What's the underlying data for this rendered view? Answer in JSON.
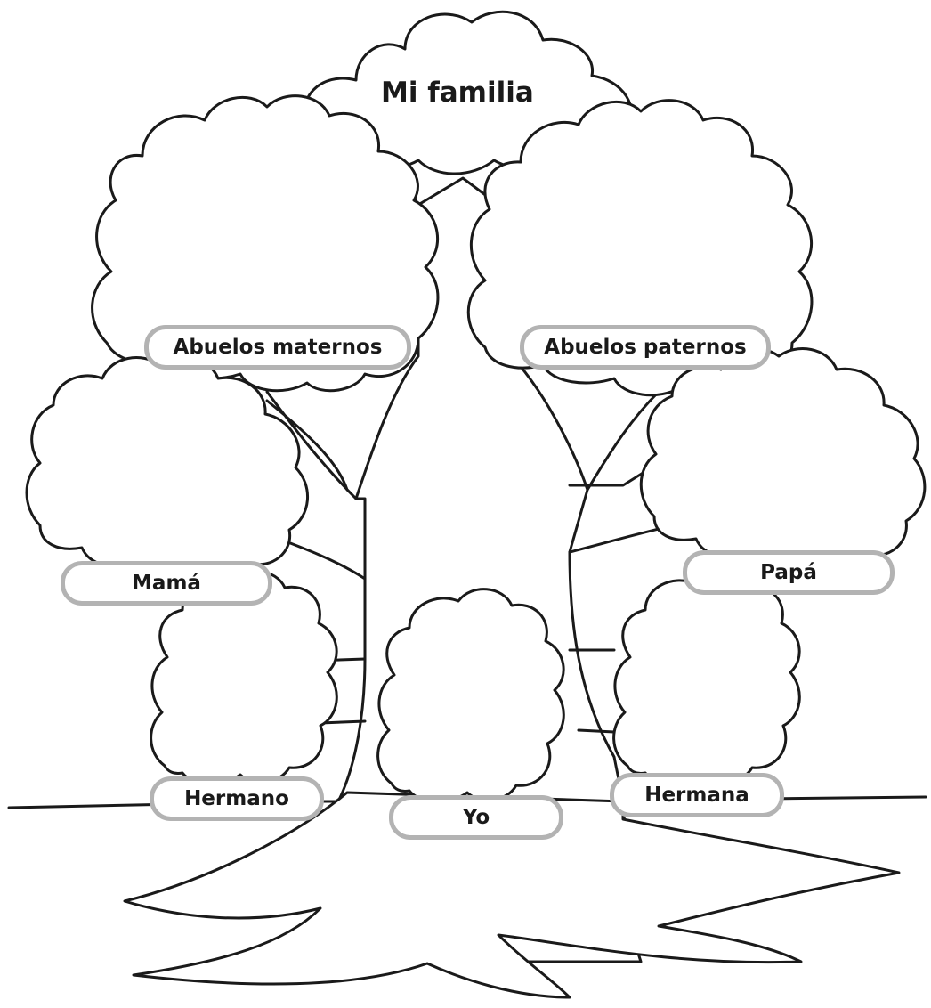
{
  "title": "Mi familia",
  "labels": {
    "abuelos_maternos": "Abuelos maternos",
    "abuelos_paternos": "Abuelos paternos",
    "mama": "Mamá",
    "papa": "Papá",
    "hermano": "Hermano",
    "yo": "Yo",
    "hermana": "Hermana"
  },
  "colors": {
    "ink": "#1a1a1a",
    "label_border": "#b3b3b3",
    "background": "#ffffff"
  }
}
